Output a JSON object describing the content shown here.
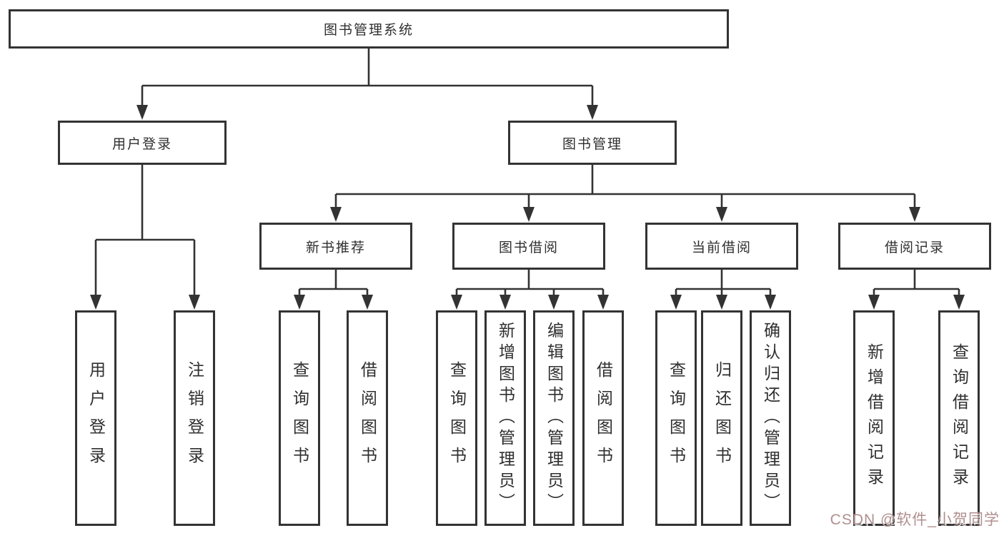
{
  "title": "图书管理系统",
  "watermark": "CSDN @软件_小贺同学",
  "colors": {
    "line": "#333333",
    "box_border": "#333333",
    "text": "#2f2f2f",
    "watermark": "#b08f8f",
    "background": "#ffffff"
  },
  "nodes": {
    "root": {
      "label": "图书管理系统"
    },
    "level2": [
      {
        "id": "user-login",
        "label": "用户登录"
      },
      {
        "id": "book-management",
        "label": "图书管理"
      }
    ],
    "level3": [
      {
        "id": "new-book-recommend",
        "label": "新书推荐",
        "parent": "book-management"
      },
      {
        "id": "book-borrow",
        "label": "图书借阅",
        "parent": "book-management"
      },
      {
        "id": "current-borrow",
        "label": "当前借阅",
        "parent": "book-management"
      },
      {
        "id": "borrow-records",
        "label": "借阅记录",
        "parent": "book-management"
      }
    ],
    "leaves": [
      {
        "id": "leaf-user-login",
        "label": "用户登录",
        "parent": "user-login"
      },
      {
        "id": "leaf-logout",
        "label": "注销登录",
        "parent": "user-login"
      },
      {
        "id": "leaf-query-book-rec",
        "label": "查询图书",
        "parent": "new-book-recommend"
      },
      {
        "id": "leaf-borrow-book-rec",
        "label": "借阅图书",
        "parent": "new-book-recommend"
      },
      {
        "id": "leaf-query-book-bb",
        "label": "查询图书",
        "parent": "book-borrow"
      },
      {
        "id": "leaf-add-book-admin",
        "label": "新增图书（管理员）",
        "parent": "book-borrow"
      },
      {
        "id": "leaf-edit-book-admin",
        "label": "编辑图书（管理员）",
        "parent": "book-borrow"
      },
      {
        "id": "leaf-borrow-book-bb",
        "label": "借阅图书",
        "parent": "book-borrow"
      },
      {
        "id": "leaf-query-book-cb",
        "label": "查询图书",
        "parent": "current-borrow"
      },
      {
        "id": "leaf-return-book",
        "label": "归还图书",
        "parent": "current-borrow"
      },
      {
        "id": "leaf-confirm-return-admin",
        "label": "确认归还（管理员）",
        "parent": "current-borrow"
      },
      {
        "id": "leaf-add-borrow-record",
        "label": "新增借阅记录",
        "parent": "borrow-records"
      },
      {
        "id": "leaf-query-borrow-record",
        "label": "查询借阅记录",
        "parent": "borrow-records"
      }
    ]
  }
}
